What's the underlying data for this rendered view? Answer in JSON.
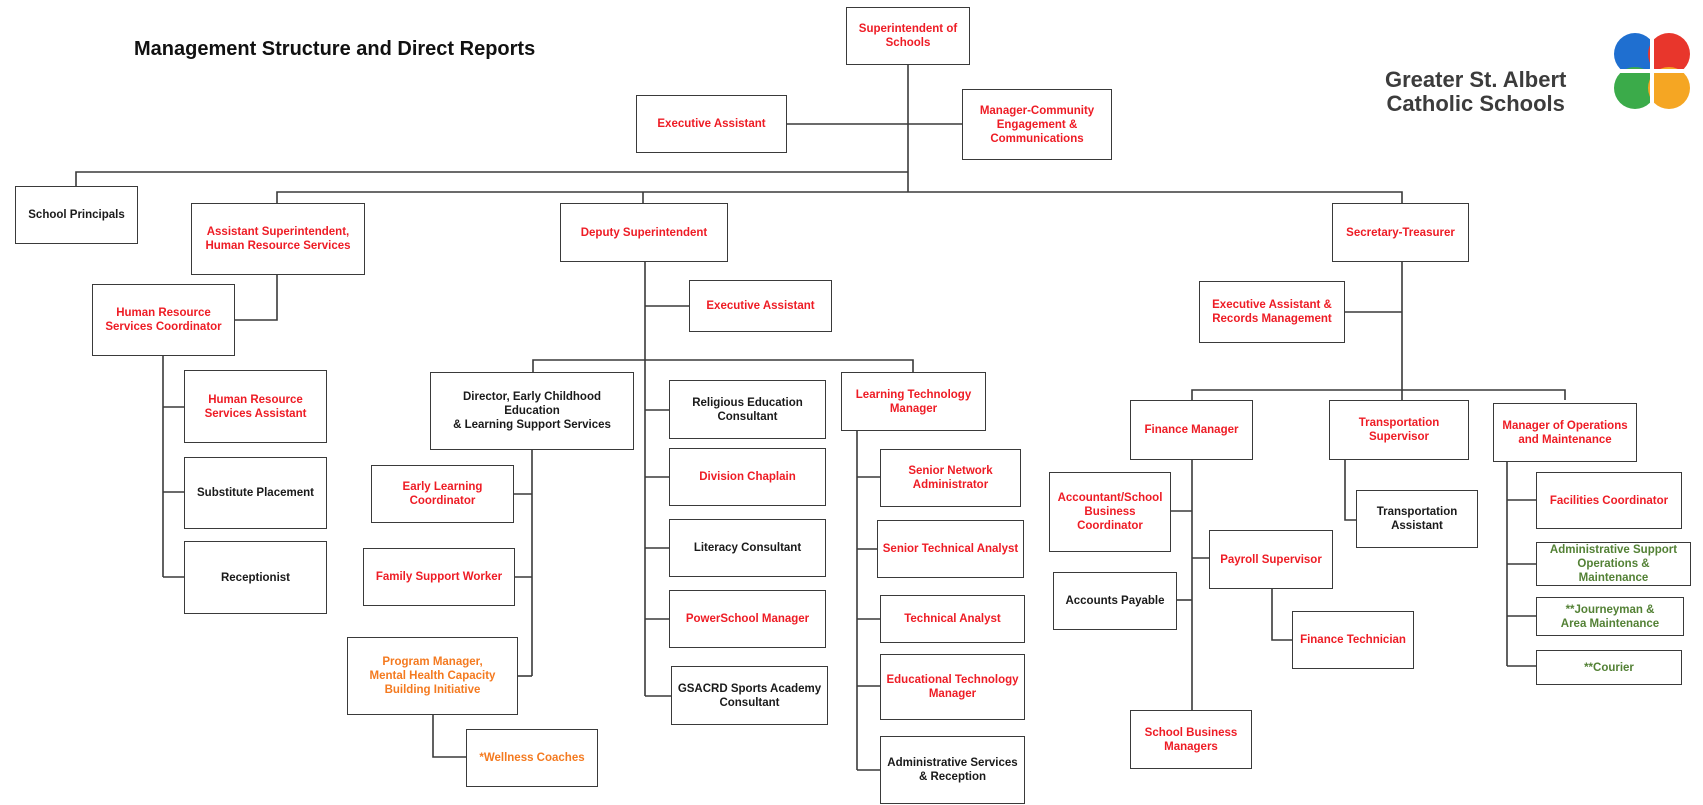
{
  "title": "Management Structure and Direct Reports",
  "logo": {
    "text": "Greater St. Albert\nCatholic Schools",
    "colors": [
      "#1f6fd0",
      "#e8362c",
      "#3bab4a",
      "#f5a623"
    ]
  },
  "colors": {
    "red": "#ee1c25",
    "black": "#1a1a1a",
    "orange": "#f47a20",
    "green": "#538135"
  },
  "boxes": {
    "superintendent": "Superintendent of\nSchools",
    "exec_assistant_top": "Executive Assistant",
    "manager_community": "Manager-Community\nEngagement &\nCommunications",
    "school_principals": "School Principals",
    "asst_super_hr": "Assistant Superintendent,\nHuman Resource Services",
    "deputy_super": "Deputy Superintendent",
    "secretary_treasurer": "Secretary-Treasurer",
    "hr_coordinator": "Human Resource\nServices Coordinator",
    "hr_assistant": "Human Resource\nServices Assistant",
    "substitute_placement": "Substitute Placement",
    "receptionist": "Receptionist",
    "exec_assistant_deputy": "Executive Assistant",
    "director_ec": "Director, Early Childhood Education\n& Learning Support Services",
    "early_learning": "Early Learning\nCoordinator",
    "family_support": "Family Support Worker",
    "program_manager": "Program Manager,\nMental Health Capacity\nBuilding Initiative",
    "wellness_coaches": "*Wellness Coaches",
    "religious_ed": "Religious Education\nConsultant",
    "division_chaplain": "Division Chaplain",
    "literacy": "Literacy Consultant",
    "powerschool": "PowerSchool Manager",
    "gsacrd": "GSACRD Sports Academy\nConsultant",
    "learning_tech": "Learning Technology\nManager",
    "senior_network": "Senior Network\nAdministrator",
    "senior_tech_analyst": "Senior Technical Analyst",
    "tech_analyst": "Technical Analyst",
    "ed_tech_manager": "Educational Technology\nManager",
    "admin_services": "Administrative Services\n& Reception",
    "exec_assistant_records": "Executive Assistant &\nRecords Management",
    "finance_manager": "Finance Manager",
    "transportation_supervisor": "Transportation\nSupervisor",
    "manager_ops": "Manager of Operations\nand Maintenance",
    "accountant": "Accountant/School\nBusiness Coordinator",
    "accounts_payable": "Accounts Payable",
    "payroll_supervisor": "Payroll Supervisor",
    "finance_technician": "Finance Technician",
    "school_business_managers": "School Business\nManagers",
    "transportation_assistant": "Transportation\nAssistant",
    "facilities_coordinator": "Facilities Coordinator",
    "admin_support_ops": "Administrative Support\nOperations & Maintenance",
    "journeyman": "**Journeyman &\nArea Maintenance",
    "courier": "**Courier"
  }
}
